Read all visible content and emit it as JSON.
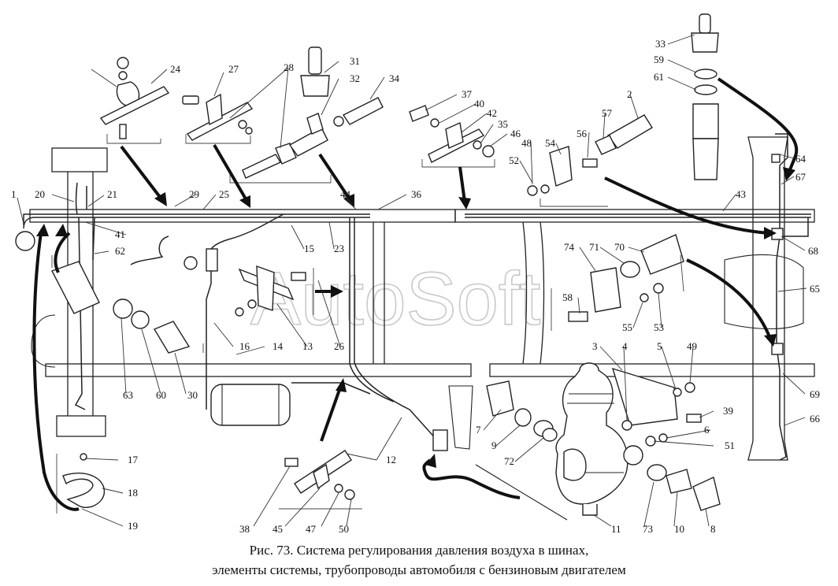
{
  "watermark": "AutoSoft",
  "caption": {
    "line1": "Рис. 73. Система регулирования давления воздуха в шинах,",
    "line2": "элементы системы, трубопроводы автомобиля с бензиновым двигателем"
  },
  "callouts": [
    "1",
    "2",
    "3",
    "4",
    "5",
    "6",
    "7",
    "8",
    "9",
    "10",
    "11",
    "12",
    "13",
    "14",
    "15",
    "16",
    "17",
    "18",
    "19",
    "20",
    "21",
    "23",
    "24",
    "25",
    "26",
    "27",
    "28",
    "29",
    "30",
    "31",
    "32",
    "33",
    "34",
    "35",
    "36",
    "37",
    "38",
    "39",
    "40",
    "41",
    "42",
    "43",
    "44",
    "45",
    "46",
    "47",
    "48",
    "49",
    "50",
    "51",
    "52",
    "53",
    "54",
    "55",
    "56",
    "57",
    "58",
    "59",
    "60",
    "61",
    "62",
    "63",
    "64",
    "65",
    "66",
    "67",
    "68",
    "69",
    "70",
    "71",
    "72",
    "73",
    "74"
  ]
}
